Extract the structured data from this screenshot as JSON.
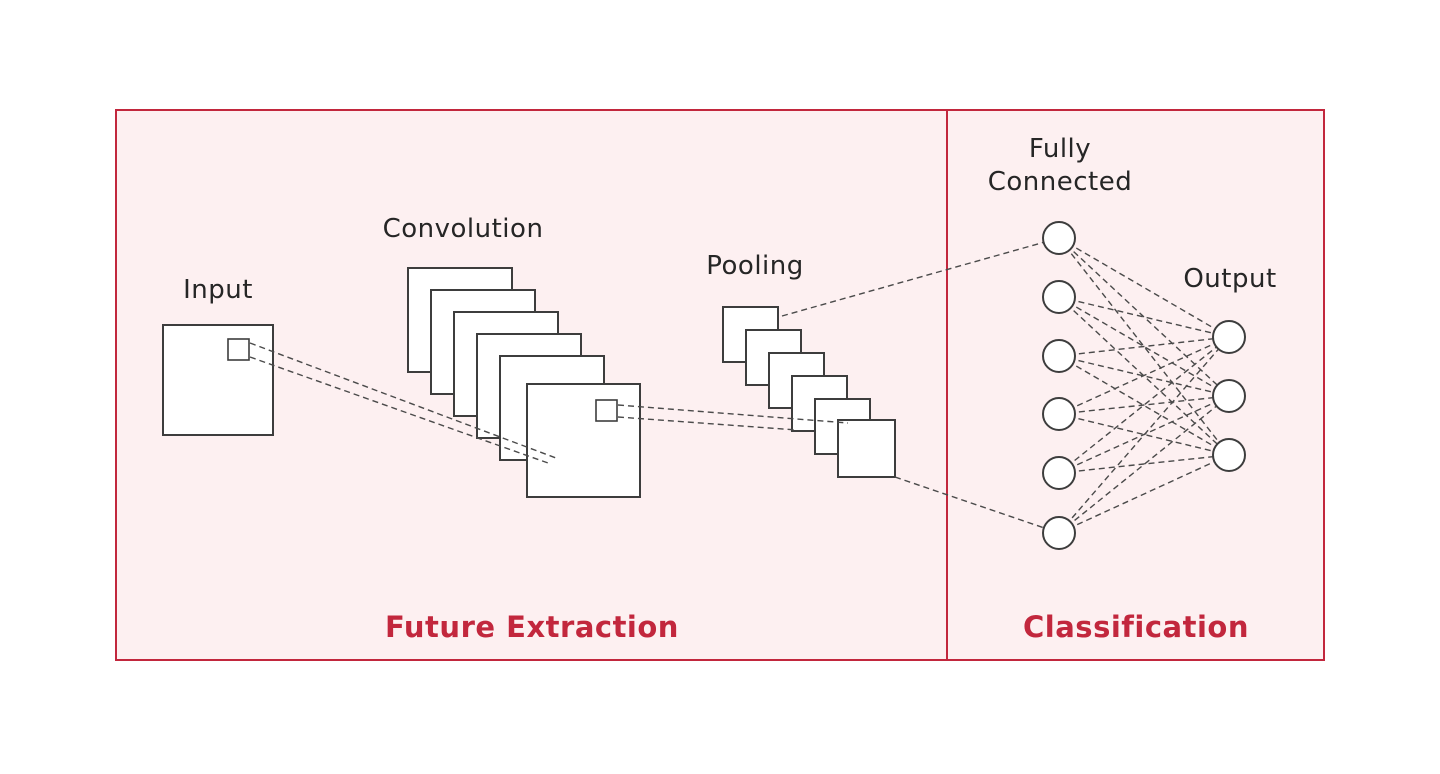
{
  "diagram": {
    "title": "Convolutional neural network architecture diagram",
    "labels": {
      "input": "Input",
      "convolution": "Convolution",
      "pooling": "Pooling",
      "fully_connected_line1": "Fully",
      "fully_connected_line2": "Connected",
      "output": "Output"
    },
    "sections": {
      "feature_extraction": "Future Extraction",
      "classification": "Classification"
    },
    "colors": {
      "accent_red": "#c2273d",
      "panel_fill": "#fdf0f1",
      "shape_stroke": "#3d3d3d",
      "dash_stroke": "#4a4a4a",
      "label_text": "#262626"
    }
  }
}
